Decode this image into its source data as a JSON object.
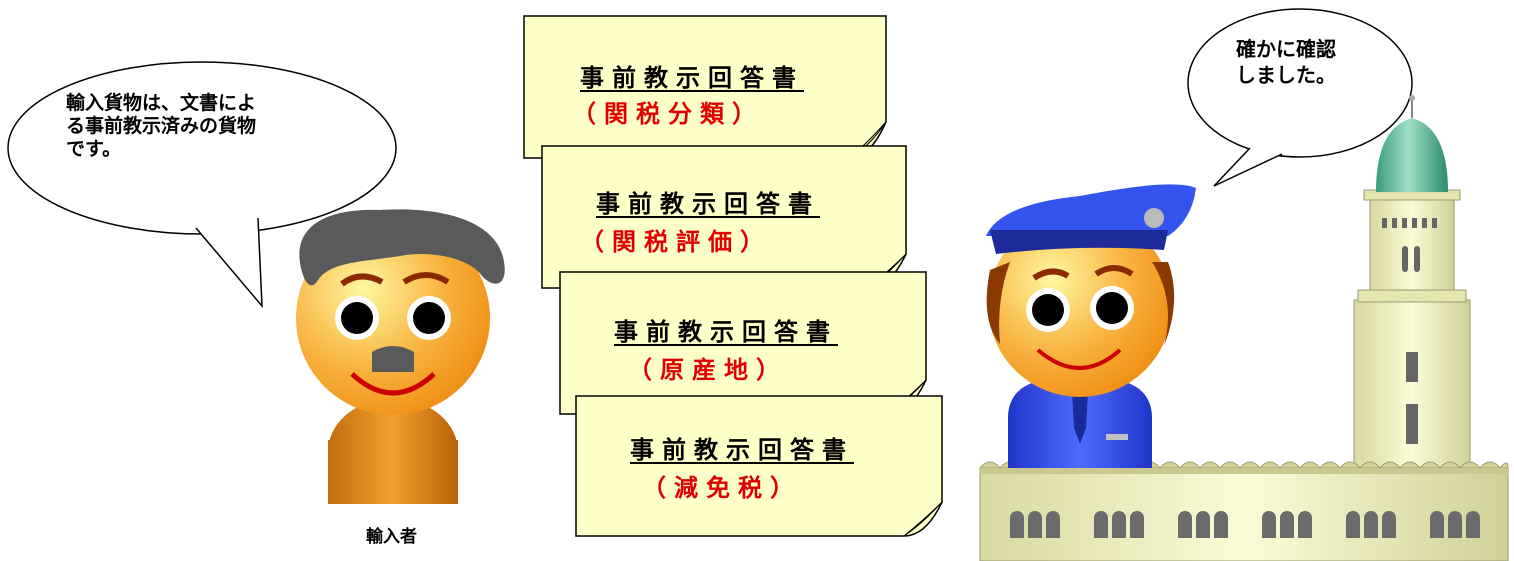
{
  "importer": {
    "speech_lines": [
      "輸入貨物は、文書によ",
      "る事前教示済みの貨物",
      "です。"
    ],
    "caption": "輸入者"
  },
  "officer": {
    "speech_lines": [
      "確かに確認",
      "しました。"
    ]
  },
  "documents": [
    {
      "title": "事前教示回答書",
      "subtitle": "（関税分類）"
    },
    {
      "title": "事前教示回答書",
      "subtitle": "（関税評価）"
    },
    {
      "title": "事前教示回答書",
      "subtitle": "（原産地）"
    },
    {
      "title": "事前教示回答書",
      "subtitle": "（減免税）"
    }
  ],
  "colors": {
    "note_fill": "#ffffc8",
    "subtitle_red": "#e00000",
    "face_orange": "#f5a623",
    "uniform_blue": "#3355ee",
    "building": "#eeeeb8",
    "dome_green": "#5fbfa0"
  }
}
